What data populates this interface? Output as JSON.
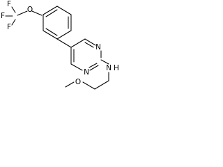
{
  "molecule": {
    "atoms": {
      "fluorine_top": "F",
      "fluorine_left": "F",
      "fluorine_bottom": "F",
      "ether_oxygen_top": "O",
      "pyrimidine_n_upper": "N",
      "pyrimidine_n_lower": "N",
      "amine_n": "N",
      "amine_h": "H",
      "methoxy_oxygen": "O"
    }
  }
}
